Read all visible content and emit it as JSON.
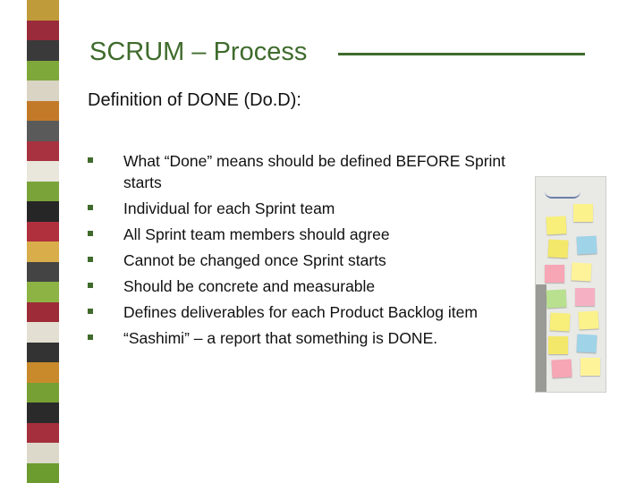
{
  "slide": {
    "title": "SCRUM – Process",
    "subtitle": "Definition of DONE (Do.D):",
    "bullets": [
      "What “Done” means should be defined BEFORE Sprint starts",
      "Individual for each Sprint team",
      "All Sprint team members should agree",
      "Cannot be changed once Sprint starts",
      "Should be concrete and measurable",
      "Defines deliverables for each Product Backlog item",
      "“Sashimi” – a report that something is DONE."
    ]
  },
  "colors": {
    "accent": "#3f6b2c",
    "stripes": [
      "#c09b3a",
      "#9a2b3a",
      "#3a3a3a",
      "#7fa83a",
      "#d9d4c4",
      "#c37a28",
      "#5a5a5a",
      "#a8323f",
      "#e9e6dc",
      "#7aa33a",
      "#262626",
      "#b0303e",
      "#d8ad4a",
      "#444444",
      "#8cb343",
      "#9d2c38",
      "#e3dfd2",
      "#333333",
      "#c98a2c",
      "#76a034",
      "#2a2a2a",
      "#a52f3c",
      "#dcd8ca",
      "#6c9b30"
    ]
  },
  "photo": {
    "icon": "sticky-notes-board-photo",
    "note_colors": [
      "#f7ef7a",
      "#fbf28c",
      "#f3e86a",
      "#9fd3e8",
      "#f6a6b5",
      "#fff39a",
      "#b8e08e",
      "#f5b1c3"
    ]
  }
}
